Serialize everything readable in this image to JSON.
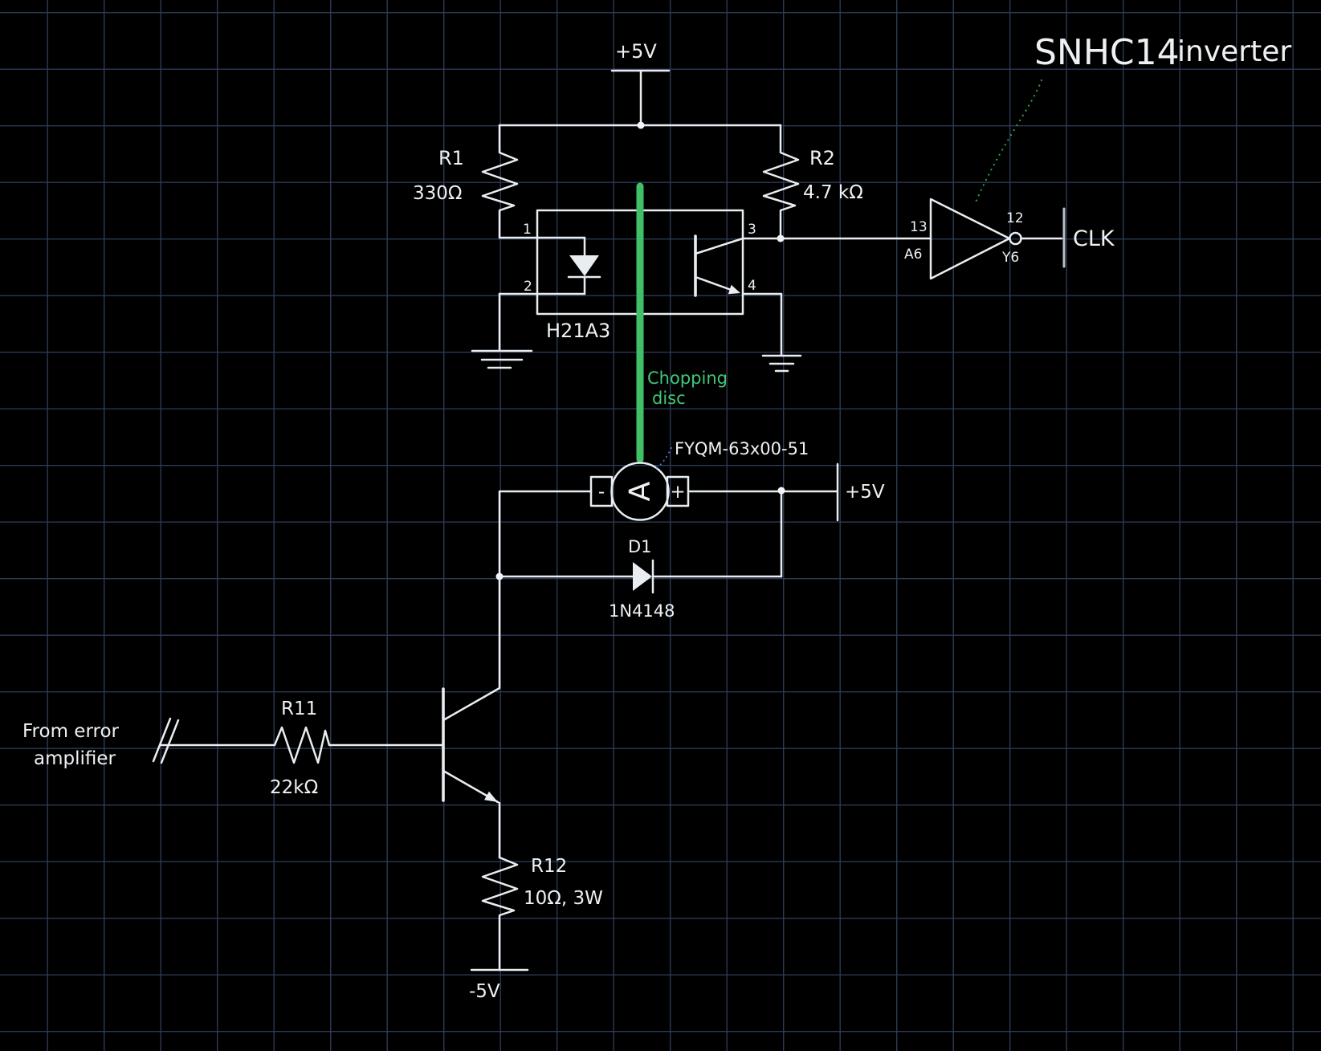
{
  "colors": {
    "background": "#000000",
    "grid": "#2c3a55",
    "ink": "#e9edf2",
    "green_line": "#3fbf66",
    "green_text": "#41c777",
    "green_dotted": "#2f9e44",
    "blue_dotted": "#5577d9"
  },
  "title": {
    "part1": "SNHC14",
    "part2": "inverter"
  },
  "power": {
    "top_rail": "+5V",
    "motor_rail": "+5V",
    "negative_rail": "-5V"
  },
  "source": {
    "line1": "From error",
    "line2": "amplifier"
  },
  "resistors": {
    "r1": {
      "ref": "R1",
      "value": "330Ω"
    },
    "r2": {
      "ref": "R2",
      "value": "4.7 kΩ"
    },
    "r11": {
      "ref": "R11",
      "value": "22kΩ"
    },
    "r12": {
      "ref": "R12",
      "value": "10Ω, 3W"
    }
  },
  "diode": {
    "ref": "D1",
    "part": "1N4148"
  },
  "optocoupler": {
    "part": "H21A3",
    "pin1": "1",
    "pin2": "2",
    "pin3": "3",
    "pin4": "4"
  },
  "inverter": {
    "pin_in": "13",
    "pin_in_name": "A6",
    "pin_out": "12",
    "pin_out_name": "Y6",
    "output_net": "CLK"
  },
  "motor": {
    "part": "FYQM-63x00-51",
    "meter_glyph": "A",
    "neg_terminal": "-",
    "pos_terminal": "+"
  },
  "annotations": {
    "chopping_line1": "Chopping",
    "chopping_line2": "disc"
  }
}
